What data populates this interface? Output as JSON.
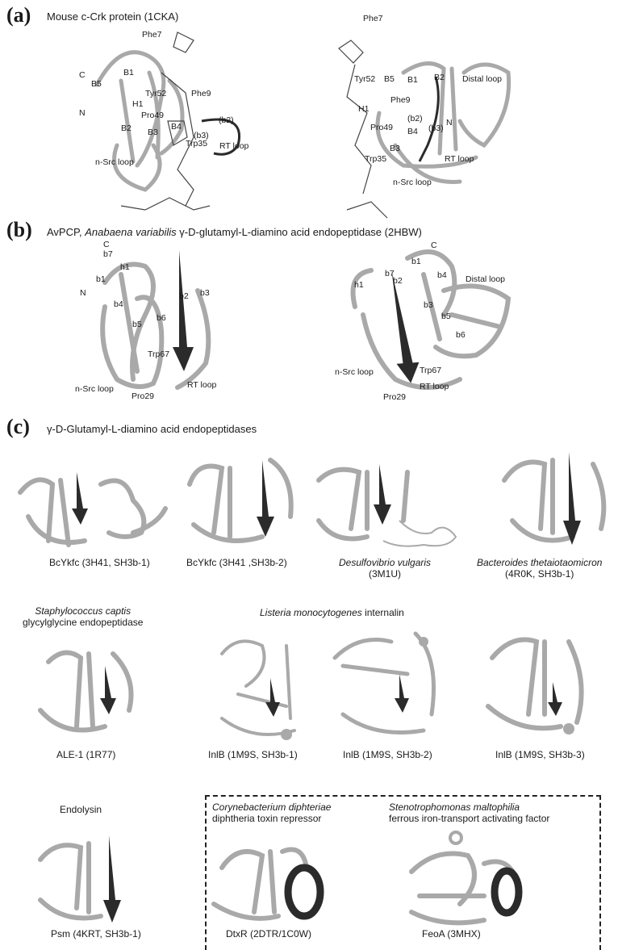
{
  "panels": {
    "a": {
      "letter": "(a)",
      "caption": "Mouse c-Crk protein (1CKA)",
      "left_labels": [
        "Phe7",
        "C",
        "B5",
        "B1",
        "Tyr52",
        "Phe9",
        "(b2)",
        "H1",
        "Pro49",
        "(b3)",
        "N",
        "B2",
        "B3",
        "B4",
        "Trp35",
        "RT loop",
        "n-Src loop"
      ],
      "right_labels": [
        "Phe7",
        "Tyr52",
        "B5",
        "B1",
        "B2",
        "Distal loop",
        "Phe9",
        "H1",
        "Pro49",
        "(b2)",
        "N",
        "B4",
        "(b3)",
        "B3",
        "RT loop",
        "Trp35",
        "n-Src loop"
      ]
    },
    "b": {
      "letter": "(b)",
      "caption_prefix": "AvPCP, ",
      "caption_species": "Anabaena variabilis",
      "caption_suffix": " γ-D-glutamyl-L-diamino acid endopeptidase (2HBW)",
      "left_labels": [
        "C",
        "b7",
        "h1",
        "b1",
        "N",
        "b4",
        "b2",
        "b3",
        "b5",
        "b6",
        "Trp67",
        "n-Src loop",
        "RT loop",
        "Pro29"
      ],
      "right_labels": [
        "C",
        "b7",
        "b1",
        "b4",
        "Distal loop",
        "h1",
        "b2",
        "b3",
        "b5",
        "b6",
        "n-Src loop",
        "Trp67",
        "RT loop",
        "Pro29"
      ]
    },
    "c": {
      "letter": "(c)",
      "caption": "γ-D-Glutamyl-L-diamino acid endopeptidases",
      "row1": [
        {
          "line1": "BcYkfc (3H41, SH3b-1)",
          "line2": ""
        },
        {
          "line1": "BcYkfc (3H41 ,SH3b-2)",
          "line2": ""
        },
        {
          "line1": "Desulfovibrio vulgaris",
          "line2": "(3M1U)"
        },
        {
          "line1": "Bacteroides thetaiotaomicron",
          "line2": "(4R0K, SH3b-1)"
        }
      ],
      "staph_title": "Staphylococcus captis",
      "staph_subtitle": "glycylglycine endopeptidase",
      "listeria_title": "Listeria monocytogenes",
      "listeria_suffix": " internalin",
      "row2": [
        "ALE-1 (1R77)",
        "InlB (1M9S, SH3b-1)",
        "InlB (1M9S, SH3b-2)",
        "InlB (1M9S, SH3b-3)"
      ],
      "endolysin_title": "Endolysin",
      "coryne_title": "Corynebacterium diphteriae",
      "coryne_subtitle": "diphtheria toxin repressor",
      "steno_title": "Stenotrophomonas maltophilia",
      "steno_subtitle": "ferrous iron-transport activating factor",
      "row3": [
        "Psm (4KRT, SH3b-1)",
        "DtxR (2DTR/1C0W)",
        "FeoA (3MHX)"
      ]
    }
  },
  "colors": {
    "strand": "#a9a9a9",
    "highlight": "#2b2b2b",
    "text": "#1a1a1a"
  }
}
